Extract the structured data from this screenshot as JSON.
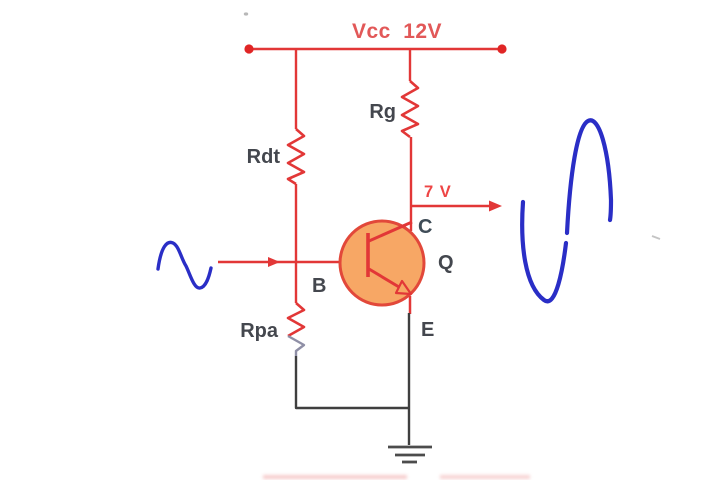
{
  "diagram": {
    "type": "circuit-schematic",
    "supply_label": "Vcc 12V",
    "collector_voltage_label": "7 V",
    "resistors": {
      "rdt": "Rdt",
      "rg": "Rg",
      "rpa": "Rpa"
    },
    "transistor": {
      "designator": "Q",
      "base": "B",
      "collector": "C",
      "emitter": "E"
    },
    "colors": {
      "wire_red": "#e23737",
      "supply_text_red": "#e25858",
      "voltage_text_red": "#ee4545",
      "label_gray": "#44474e",
      "transistor_fill": "#f7a765",
      "transistor_border": "#e2483a",
      "waveform_blue": "#2a2ec6",
      "return_wire_gray": "#3f3f3f",
      "ground_gray": "#4c4c4c"
    }
  }
}
